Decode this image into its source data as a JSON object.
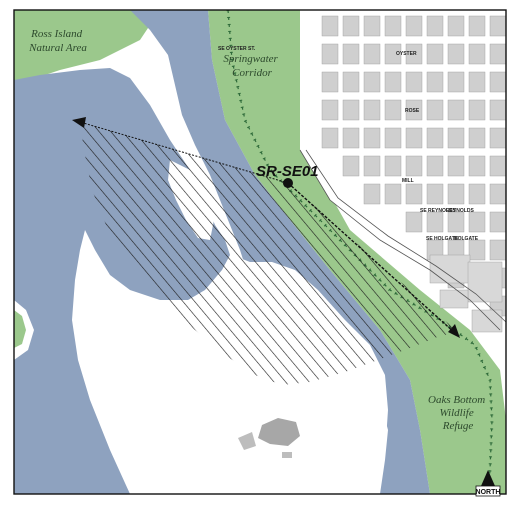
{
  "map": {
    "viewpoint": {
      "label": "SR-SE01"
    },
    "areas": [
      {
        "id": "ross-island",
        "lines": [
          "Ross Island",
          "Natural Area"
        ]
      },
      {
        "id": "springwater",
        "lines": [
          "Springwater",
          "Corridor"
        ]
      },
      {
        "id": "oaks-bottom",
        "lines": [
          "Oaks Bottom",
          "Wildlife",
          "Refuge"
        ]
      }
    ],
    "streets": [
      "SE OYSTER ST.",
      "OYSTER",
      "ROSE",
      "MILL",
      "REYNOLDS",
      "HOLGATE",
      "SE REYNOLDS",
      "SE HOLGATE"
    ],
    "north_arrow": {
      "label": "NORTH"
    },
    "colors": {
      "water": "#8ea2bf",
      "park": "#9bc88c",
      "land": "#ffffff",
      "blocks": "#cfcfcf",
      "hatch": "#1a1a1a",
      "trail": "#2f6b3a"
    }
  }
}
